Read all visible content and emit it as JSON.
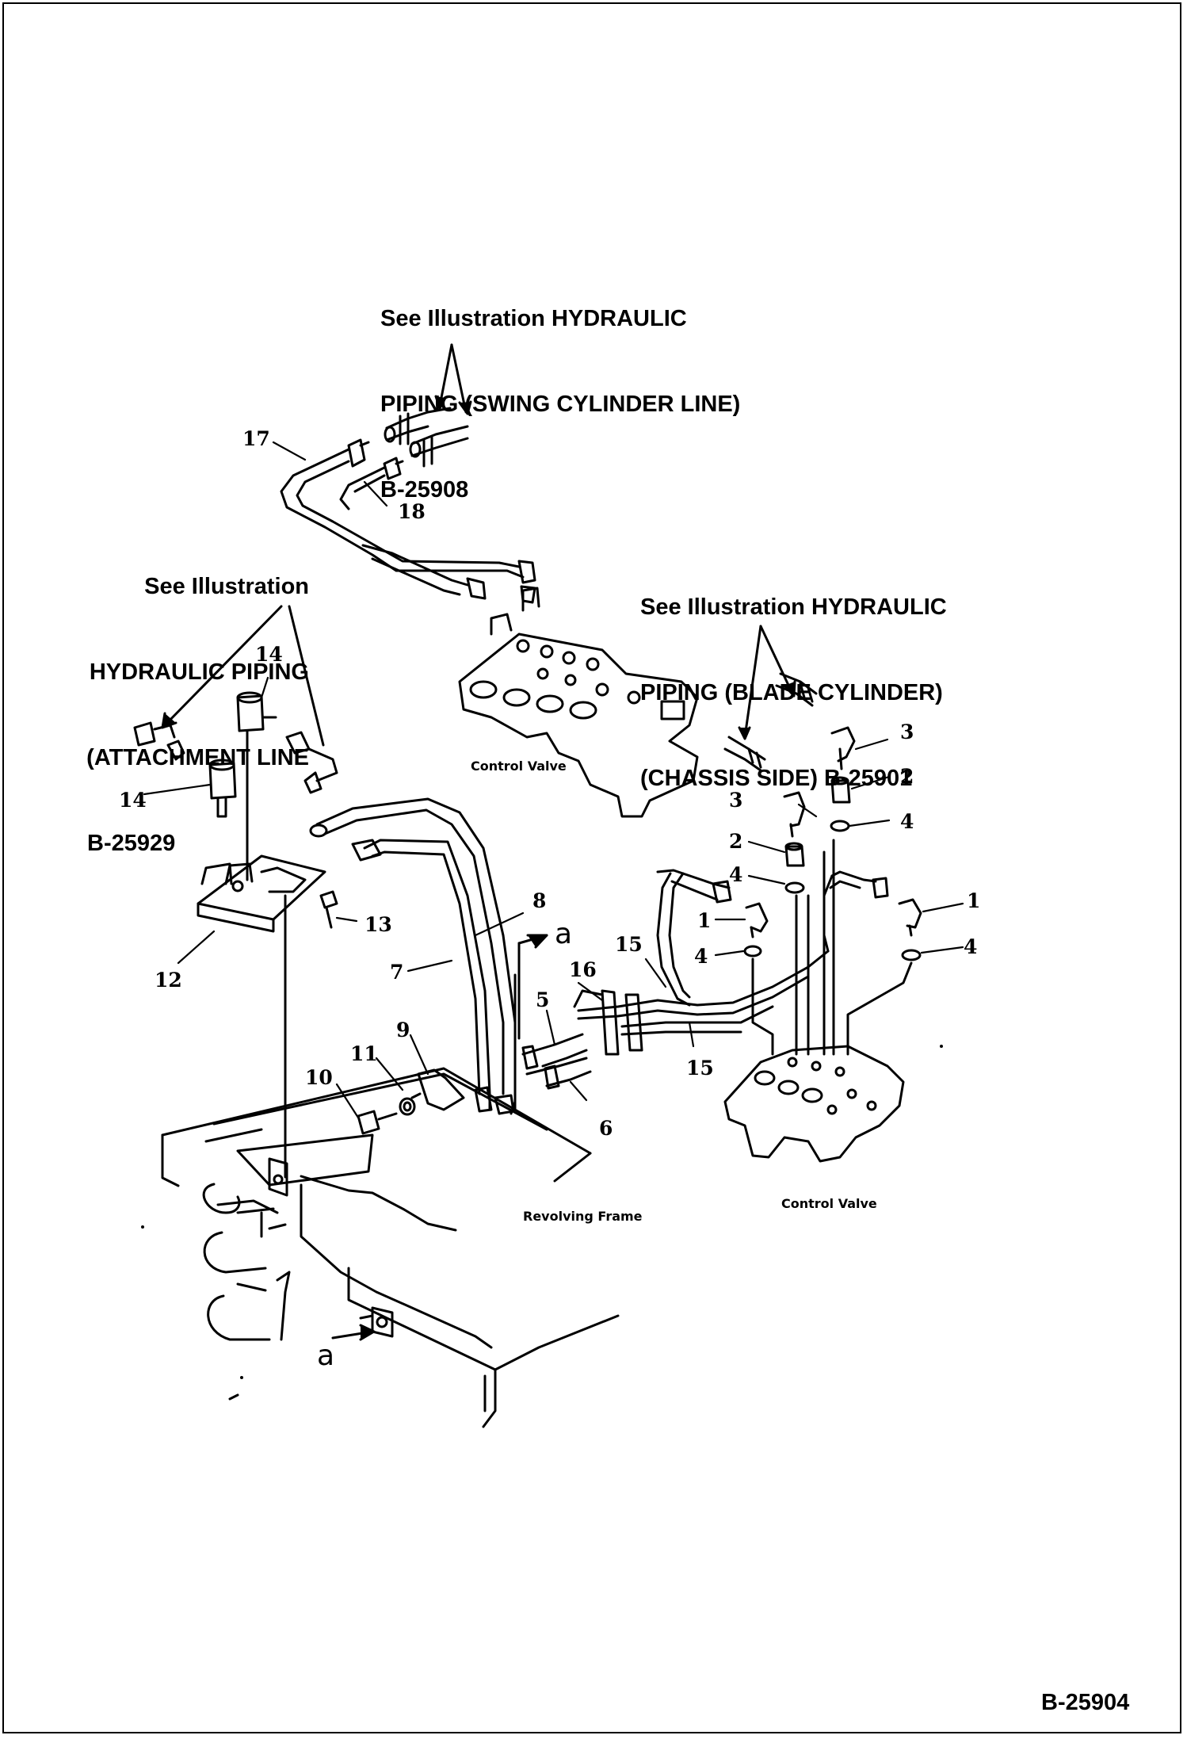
{
  "notes": {
    "swing": [
      "See Illustration HYDRAULIC",
      "PIPING (SWING CYLINDER LINE)",
      "B-25908"
    ],
    "attachment": [
      "See Illustration",
      "HYDRAULIC PIPING",
      "(ATTACHMENT LINE",
      "B-25929"
    ],
    "blade": [
      "See Illustration HYDRAULIC",
      "PIPING (BLADE CYLINDER)",
      "(CHASSIS SIDE) B-25901"
    ]
  },
  "captions": {
    "control_valve_upper": "Control Valve",
    "control_valve_lower": "Control Valve",
    "revolving_frame": "Revolving Frame"
  },
  "view_marks": {
    "upper": "a",
    "lower": "a"
  },
  "part_labels": {
    "p1a": "1",
    "p1b": "1",
    "p2a": "2",
    "p2b": "2",
    "p3a": "3",
    "p3b": "3",
    "p4a": "4",
    "p4b": "4",
    "p4c": "4",
    "p4d": "4",
    "p5": "5",
    "p6": "6",
    "p7": "7",
    "p8": "8",
    "p9": "9",
    "p10": "10",
    "p11": "11",
    "p12": "12",
    "p13": "13",
    "p14a": "14",
    "p14b": "14",
    "p15a": "15",
    "p15b": "15",
    "p16": "16",
    "p17": "17",
    "p18": "18"
  },
  "reference_number": "B-25904"
}
